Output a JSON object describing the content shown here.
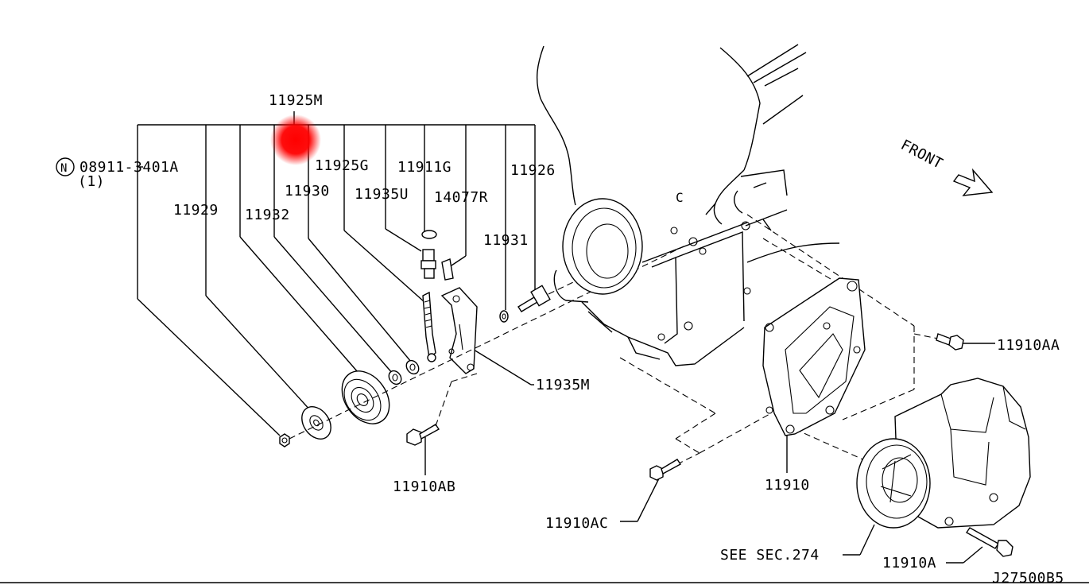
{
  "labels": {
    "l_11925m": "11925M",
    "l_08911": "08911-3401A",
    "l_08911_qty": "(1)",
    "l_08911_prefix": "N",
    "l_11929": "11929",
    "l_11932": "11932",
    "l_11930": "11930",
    "l_11925g": "11925G",
    "l_11935u": "11935U",
    "l_11911g": "11911G",
    "l_14077r": "14077R",
    "l_11926": "11926",
    "l_11931": "11931",
    "l_11935m": "11935M",
    "l_11910ab": "11910AB",
    "l_11910ac": "11910AC",
    "l_11910": "11910",
    "l_11910aa": "11910AA",
    "l_11910a": "11910A",
    "l_see_sec": "SEE SEC.274",
    "l_front": "FRONT",
    "l_c": "C",
    "l_figure_code": "J27500B5"
  },
  "colors": {
    "line": "#000000",
    "background": "#ffffff",
    "highlight": "#ff0000"
  }
}
